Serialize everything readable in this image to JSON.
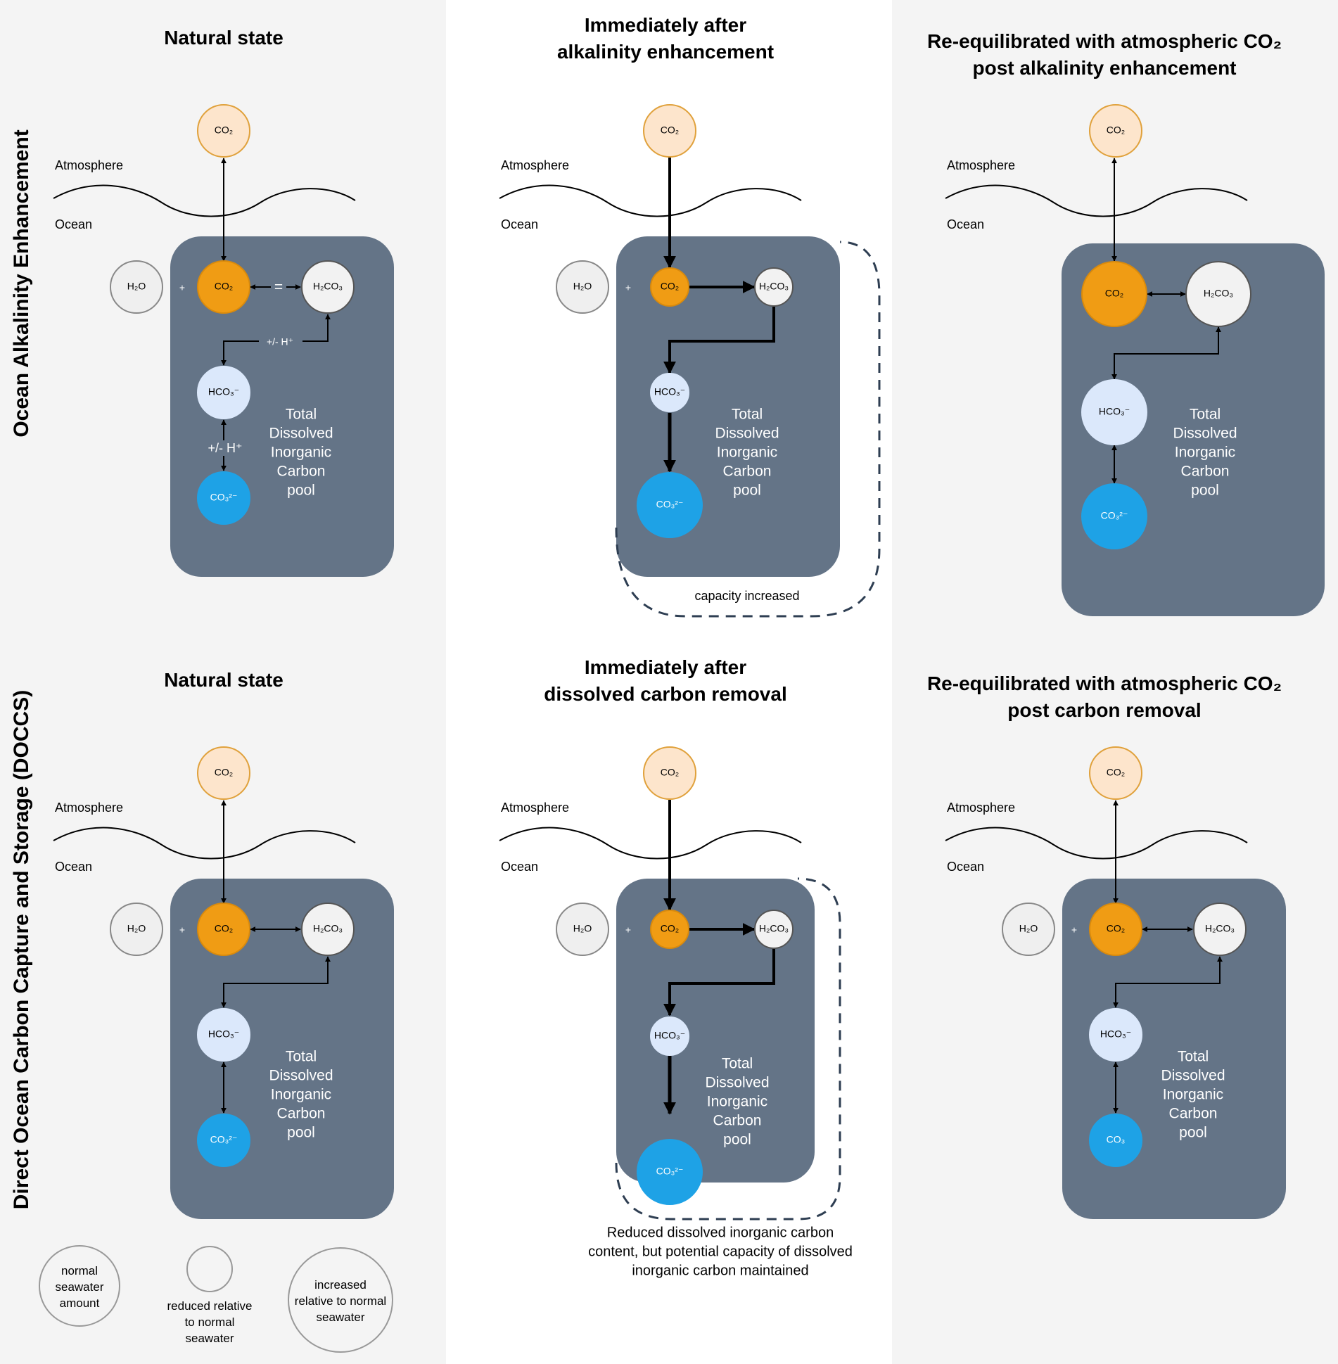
{
  "row_labels": {
    "oae": "Ocean Alkalinity Enhancement",
    "doccs": "Direct Ocean Carbon Capture and Storage (DOCCS)"
  },
  "panels": [
    {
      "title_lines": [
        "Natural state"
      ],
      "atmosphere": "Atmosphere",
      "ocean": "Ocean",
      "pool_lines": [
        "Total",
        "Dissolved",
        "Inorganic",
        "Carbon",
        "pool"
      ],
      "plus": "+",
      "molecules": {
        "co2_atm": "CO₂",
        "h2o": "H₂O",
        "co2": "CO₂",
        "h2co3": "H₂CO₃",
        "hco3": "HCO₃⁻",
        "co3": "CO₃²⁻"
      },
      "equals": "=",
      "h_plus_top": "+/- H⁺",
      "h_plus_mid": "+/- H⁺"
    },
    {
      "title_lines": [
        "Immediately after",
        "alkalinity enhancement"
      ],
      "atmosphere": "Atmosphere",
      "ocean": "Ocean",
      "pool_lines": [
        "Total",
        "Dissolved",
        "Inorganic",
        "Carbon",
        "pool"
      ],
      "plus": "+",
      "molecules": {
        "co2_atm": "CO₂",
        "h2o": "H₂O",
        "co2": "CO₂",
        "h2co3": "H₂CO₃",
        "hco3": "HCO₃⁻",
        "co3": "CO₃²⁻"
      },
      "note": [
        "capacity increased"
      ]
    },
    {
      "title_lines": [
        "Re-equilibrated with atmospheric CO₂",
        "post alkalinity enhancement"
      ],
      "atmosphere": "Atmosphere",
      "ocean": "Ocean",
      "pool_lines": [
        "Total",
        "Dissolved",
        "Inorganic",
        "Carbon",
        "pool"
      ],
      "molecules": {
        "co2_atm": "CO₂",
        "co2": "CO₂",
        "h2co3": "H₂CO₃",
        "hco3": "HCO₃⁻",
        "co3": "CO₃²⁻"
      }
    },
    {
      "title_lines": [
        "Natural state"
      ],
      "atmosphere": "Atmosphere",
      "ocean": "Ocean",
      "pool_lines": [
        "Total",
        "Dissolved",
        "Inorganic",
        "Carbon",
        "pool"
      ],
      "plus": "+",
      "molecules": {
        "co2_atm": "CO₂",
        "h2o": "H₂O",
        "co2": "CO₂",
        "h2co3": "H₂CO₃",
        "hco3": "HCO₃⁻",
        "co3": "CO₃²⁻"
      }
    },
    {
      "title_lines": [
        "Immediately after",
        "dissolved carbon removal"
      ],
      "atmosphere": "Atmosphere",
      "ocean": "Ocean",
      "pool_lines": [
        "Total",
        "Dissolved",
        "Inorganic",
        "Carbon",
        "pool"
      ],
      "plus": "+",
      "molecules": {
        "co2_atm": "CO₂",
        "h2o": "H₂O",
        "co2": "CO₂",
        "h2co3": "H₂CO₃",
        "hco3": "HCO₃⁻",
        "co3": "CO₃²⁻"
      },
      "note": [
        "Reduced dissolved inorganic carbon",
        "content, but potential capacity of dissolved",
        "inorganic carbon maintained"
      ]
    },
    {
      "title_lines": [
        "Re-equilibrated with atmospheric CO₂",
        "post carbon removal"
      ],
      "atmosphere": "Atmosphere",
      "ocean": "Ocean",
      "pool_lines": [
        "Total",
        "Dissolved",
        "Inorganic",
        "Carbon",
        "pool"
      ],
      "plus": "+",
      "molecules": {
        "co2_atm": "CO₂",
        "h2o": "H₂O",
        "co2": "CO₂",
        "h2co3": "H₂CO₃",
        "hco3": "HCO₃⁻",
        "co3": "CO₃"
      }
    }
  ],
  "legend": {
    "normal": [
      "normal",
      "seawater",
      "amount"
    ],
    "reduced": [
      "reduced relative",
      "to normal",
      "seawater"
    ],
    "increased": [
      "increased",
      "relative to normal",
      "seawater"
    ]
  },
  "colors": {
    "column_bg": "#f4f4f4",
    "pool_bg": "#647487",
    "co2_atm_fill": "#fde5cc",
    "co2_atm_stroke": "#e0a13b",
    "co2_fill": "#f09c14",
    "h2co3_fill": "#f2f2f2",
    "hco3_fill": "#dbe8fb",
    "co3_fill": "#1ea2e6",
    "dashed": "#2e3e52"
  }
}
